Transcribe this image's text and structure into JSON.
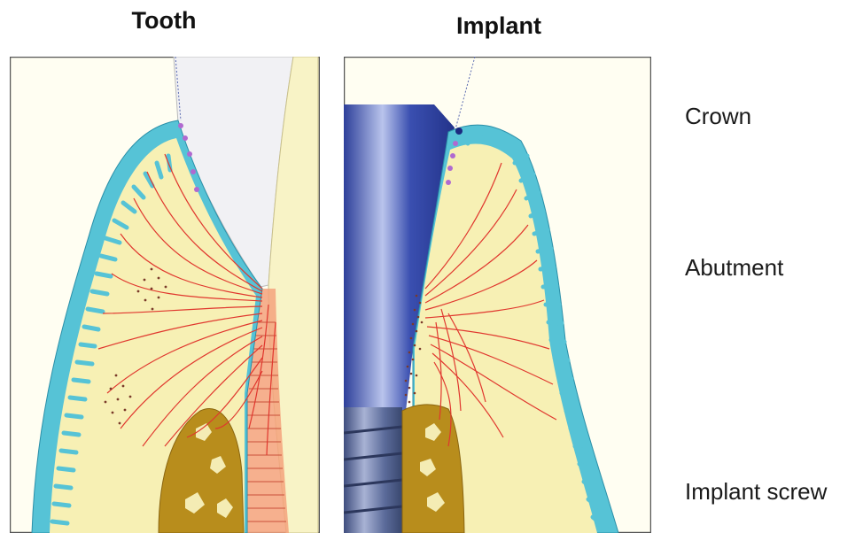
{
  "titles": {
    "tooth": "Tooth",
    "implant": "Implant"
  },
  "labels": {
    "crown": "Crown",
    "abutment": "Abutment",
    "implant_screw": "Implant screw"
  },
  "colors": {
    "epithelium": "#56c3d6",
    "connective_tissue": "#f7f0b4",
    "tooth_crown": "#f1f1f4",
    "root_dentin": "#f8f3c6",
    "bone": "#b88d1c",
    "bone_marrow": "#f4ecb4",
    "fibers": "#e0372e",
    "pdl": "#f5a27d",
    "implant_metal": "#3a4fb0",
    "screw_metal": "#5b6b9a"
  }
}
